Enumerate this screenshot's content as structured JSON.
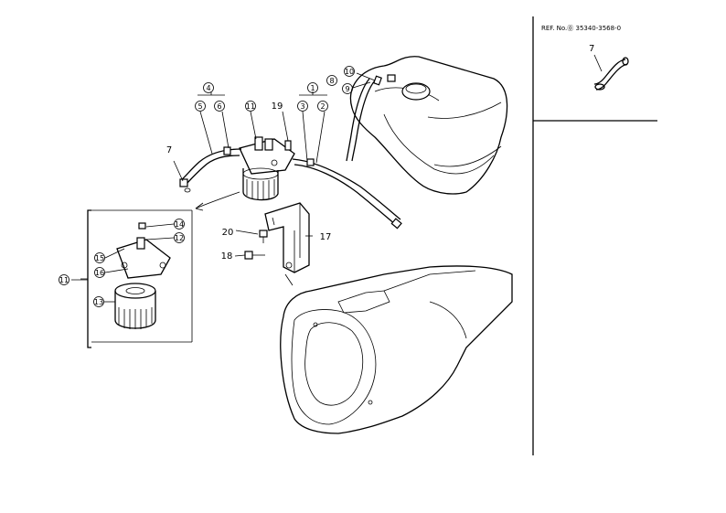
{
  "reference": {
    "text": "REF. No.⓪ 35340-3568-0"
  },
  "inset": {
    "part_label": "7"
  },
  "callouts": {
    "c1": "1",
    "c2": "2",
    "c3": "3",
    "c4": "4",
    "c5": "5",
    "c6": "6",
    "c7": "7",
    "c8": "8",
    "c9": "9",
    "c10": "10",
    "c11": "11",
    "c12": "12",
    "c13": "13",
    "c14": "14",
    "c15": "15",
    "c16": "16",
    "c17": "17",
    "c18": "18",
    "c19": "19",
    "c20": "20"
  }
}
